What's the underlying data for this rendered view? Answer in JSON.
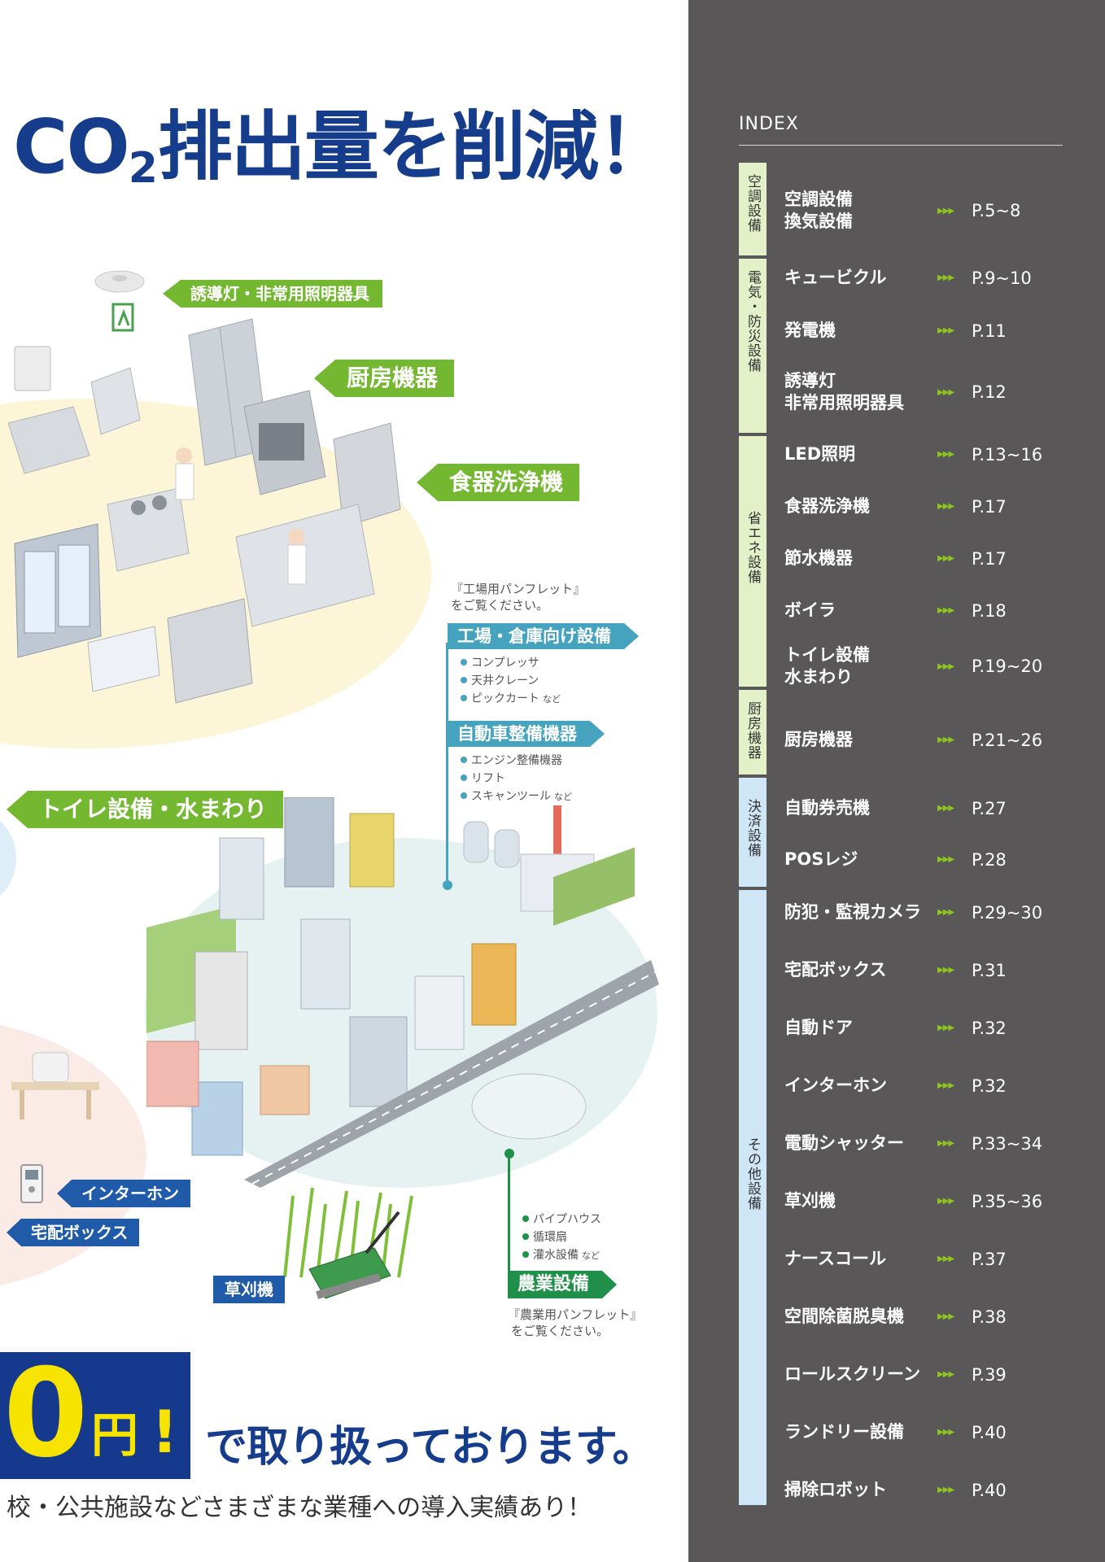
{
  "headline": {
    "main": "CO",
    "sub": "2",
    "rest": "排出量を削減！"
  },
  "callouts": {
    "emergency_light": "誘導灯・非常用照明器具",
    "kitchen": "厨房機器",
    "dishwasher": "食器洗浄機",
    "toilet": "トイレ設備・水まわり",
    "intercom": "インターホン",
    "delivery_box": "宅配ボックス",
    "mower": "草刈機"
  },
  "factory": {
    "note_line1": "『工場用パンフレット』",
    "note_line2": "をご覧ください。",
    "title": "工場・倉庫向け設備",
    "items": [
      "コンプレッサ",
      "天井クレーン",
      "ピックカート"
    ],
    "more": "など"
  },
  "auto": {
    "title": "自動車整備機器",
    "items": [
      "エンジン整備機器",
      "リフト",
      "スキャンツール"
    ],
    "more": "など"
  },
  "agri": {
    "items": [
      "パイプハウス",
      "循環扇",
      "灌水設備"
    ],
    "more": "など",
    "title": "農業設備",
    "note_line1": "『農業用パンフレット』",
    "note_line2": "をご覧ください。"
  },
  "price": {
    "zero": "0",
    "yen": "円",
    "bang": "!",
    "tail": "で取り扱っております。",
    "footer": "校・公共施設などさまざまな業種への導入実績あり！"
  },
  "index": {
    "title": "INDEX",
    "categories": [
      {
        "label": "空調設備"
      },
      {
        "label": "電気・防災設備"
      },
      {
        "label": "省エネ設備"
      },
      {
        "label": "厨房機器"
      },
      {
        "label": "決済設備"
      },
      {
        "label": "その他設備"
      }
    ],
    "items": [
      {
        "name": "空調設備\n換気設備",
        "page": "P.5~8"
      },
      {
        "name": "キュービクル",
        "page": "P.9~10"
      },
      {
        "name": "発電機",
        "page": "P.11"
      },
      {
        "name": "誘導灯\n非常用照明器具",
        "page": "P.12"
      },
      {
        "name": "LED照明",
        "page": "P.13~16"
      },
      {
        "name": "食器洗浄機",
        "page": "P.17"
      },
      {
        "name": "節水機器",
        "page": "P.17"
      },
      {
        "name": "ボイラ",
        "page": "P.18"
      },
      {
        "name": "トイレ設備\n水まわり",
        "page": "P.19~20"
      },
      {
        "name": "厨房機器",
        "page": "P.21~26"
      },
      {
        "name": "自動券売機",
        "page": "P.27"
      },
      {
        "name": "POSレジ",
        "page": "P.28"
      },
      {
        "name": "防犯・監視カメラ",
        "page": "P.29~30"
      },
      {
        "name": "宅配ボックス",
        "page": "P.31"
      },
      {
        "name": "自動ドア",
        "page": "P.32"
      },
      {
        "name": "インターホン",
        "page": "P.32"
      },
      {
        "name": "電動シャッター",
        "page": "P.33~34"
      },
      {
        "name": "草刈機",
        "page": "P.35~36"
      },
      {
        "name": "ナースコール",
        "page": "P.37"
      },
      {
        "name": "空間除菌脱臭機",
        "page": "P.38"
      },
      {
        "name": "ロールスクリーン",
        "page": "P.39"
      },
      {
        "name": "ランドリー設備",
        "page": "P.40"
      },
      {
        "name": "掃除ロボット",
        "page": "P.40"
      }
    ],
    "arrow_glyph": "▶▶▶"
  },
  "colors": {
    "navy": "#163d8c",
    "green": "#74b831",
    "blue": "#1f5ba8",
    "teal": "#45a3bd",
    "agri_green": "#1f8f49",
    "yellow": "#f6e400",
    "index_bg": "#595757",
    "cat_green": "#e4f0c8",
    "cat_blue": "#cfe6f7"
  }
}
